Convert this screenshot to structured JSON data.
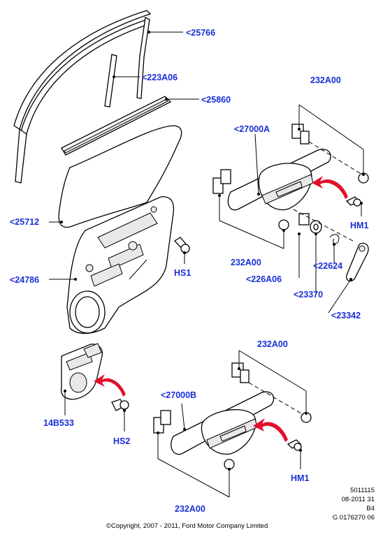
{
  "callouts": {
    "c25766": "<25766",
    "c223A06": "<223A06",
    "c25860": "<25860",
    "c25712": "<25712",
    "c24786": "<24786",
    "c27000A": "<27000A",
    "c232A00_top": "232A00",
    "hm1_top": "HM1",
    "c232A00_mid": "232A00",
    "hs1": "HS1",
    "c226A06": "<226A06",
    "c22624": "<22624",
    "c23370": "<23370",
    "c23342": "<23342",
    "c14B533": "14B533",
    "hs2": "HS2",
    "c232A00_low": "232A00",
    "c27000B": "<27000B",
    "hm1_low": "HM1",
    "c232A00_bottom": "232A00"
  },
  "footer": {
    "ref_line1": "5011115",
    "ref_line2": "08-2011 31",
    "ref_line3": "B4",
    "ref_line4": "G 0176270 06",
    "copyright": "©Copyright, 2007 - 2011, Ford Motor Company Limited"
  },
  "colors": {
    "label": "#1a2fd6",
    "arrow": "#e0102a",
    "line": "#000000"
  }
}
